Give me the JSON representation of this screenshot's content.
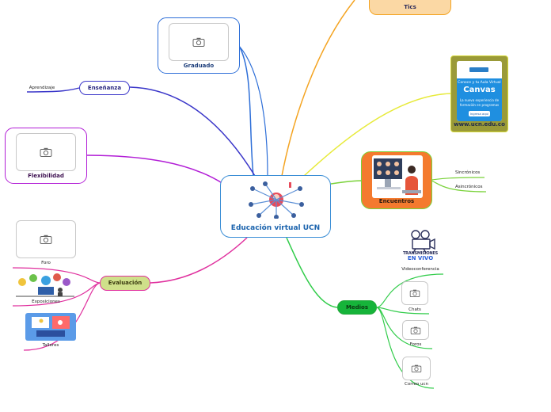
{
  "center": {
    "title": "Educación virtual UCN",
    "icon": "network-people-icon"
  },
  "branches": {
    "graduado": "Graduado",
    "ensenanza": "Enseñanza",
    "aprendizaje": "Aprendizaje",
    "flexibilidad": "Flexibilidad",
    "evaluacion": "Evaluación",
    "foro": "Foro",
    "exposiciones": "Exposiciones",
    "talleres": "Talleres",
    "tics": "Tics",
    "www": "www.ucn.edu.co",
    "encuentros": "Encuentros",
    "sincronicos": "Sincrónicos",
    "asincronicos": "Asincrónicos",
    "medios": "Medios",
    "videoconferencia": "Videoconferencia",
    "transmisiones_line1": "TRANSMISIONES",
    "transmisiones_line2": "EN VIVO",
    "chats": "Chats",
    "foros": "Foros",
    "correo": "Correo ucn"
  },
  "canvas_ad": {
    "line1": "Conoce y tu Aula Virtual",
    "brand": "Canvas",
    "line2": "La nueva experiencia de",
    "line3": "formación en programas",
    "badge": "Ingresa aquí"
  },
  "colors": {
    "center": "#3b8ed6",
    "graduado": "#2e6fd8",
    "ensenanza": "#3a36c9",
    "flexibilidad": "#b21ed6",
    "evaluacion": "#e0309e",
    "tics": "#f4a422",
    "canvas": "#e7ea3a",
    "encuentros": "#7ad23a",
    "medios": "#31cc4a"
  }
}
